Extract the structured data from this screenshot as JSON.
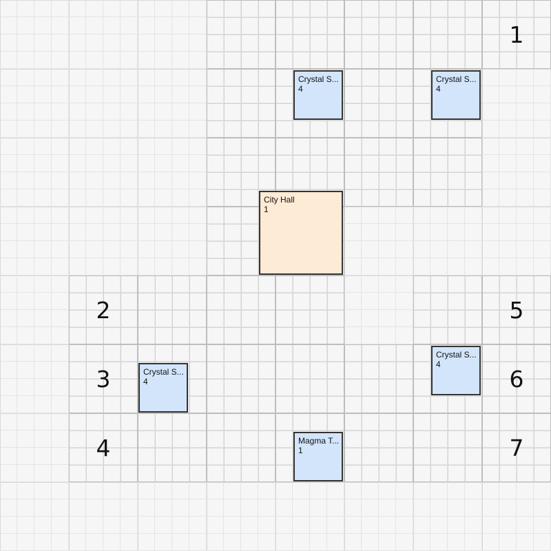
{
  "active_tiles": [
    [
      0,
      3
    ],
    [
      0,
      4
    ],
    [
      0,
      5
    ],
    [
      0,
      6
    ],
    [
      0,
      7
    ],
    [
      1,
      3
    ],
    [
      1,
      4
    ],
    [
      1,
      5
    ],
    [
      1,
      6
    ],
    [
      2,
      3
    ],
    [
      2,
      4
    ],
    [
      2,
      5
    ],
    [
      2,
      6
    ],
    [
      3,
      3
    ],
    [
      3,
      4
    ],
    [
      4,
      1
    ],
    [
      4,
      2
    ],
    [
      4,
      3
    ],
    [
      4,
      4
    ],
    [
      4,
      6
    ],
    [
      4,
      7
    ],
    [
      5,
      1
    ],
    [
      5,
      2
    ],
    [
      5,
      3
    ],
    [
      5,
      4
    ],
    [
      5,
      5
    ],
    [
      5,
      6
    ],
    [
      5,
      7
    ],
    [
      6,
      1
    ],
    [
      6,
      2
    ],
    [
      6,
      3
    ],
    [
      6,
      4
    ],
    [
      6,
      5
    ],
    [
      6,
      6
    ],
    [
      6,
      7
    ]
  ],
  "labels": [
    "1",
    "2",
    "3",
    "4",
    "5",
    "6",
    "7"
  ],
  "buildings": [
    {
      "name": "Crystal S...",
      "level": "4"
    },
    {
      "name": "Crystal S...",
      "level": "4"
    },
    {
      "name": "City Hall",
      "level": "1"
    },
    {
      "name": "Crystal S...",
      "level": "4"
    },
    {
      "name": "Crystal S...",
      "level": "4"
    },
    {
      "name": "Magma T...",
      "level": "1"
    }
  ],
  "colors": {
    "building_blue": "#d3e5fb",
    "city_hall": "#fdebd5"
  }
}
